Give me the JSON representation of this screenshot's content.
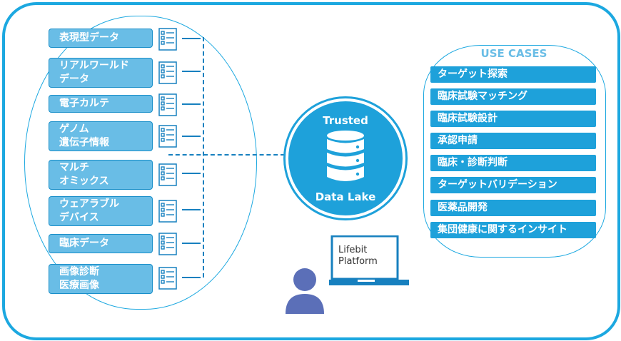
{
  "sources": [
    {
      "lines": [
        "表現型データ"
      ]
    },
    {
      "lines": [
        "リアルワールド",
        "データ"
      ]
    },
    {
      "lines": [
        "電子カルテ"
      ]
    },
    {
      "lines": [
        "ゲノム",
        "遺伝子情報"
      ]
    },
    {
      "lines": [
        "マルチ",
        "オミックス"
      ]
    },
    {
      "lines": [
        "ウェアラブル",
        "デバイス"
      ]
    },
    {
      "lines": [
        "臨床データ"
      ]
    },
    {
      "lines": [
        "画像診断",
        "医療画像"
      ]
    }
  ],
  "data_lake": {
    "top_label": "Trusted",
    "bottom_label": "Data Lake"
  },
  "platform": {
    "line1": "Lifebit",
    "line2": "Platform"
  },
  "use_cases": {
    "title": "USE CASES",
    "items": [
      "ターゲット探索",
      "臨床試験マッチング",
      "臨床試験設計",
      "承認申請",
      "臨床・診断判断",
      "ターゲットバリデーション",
      "医薬品開発",
      "集団健康に関するインサイト"
    ]
  },
  "colors": {
    "frame": "#1ca8e0",
    "source_box": "#69bde6",
    "use_case_box": "#1ea1da",
    "connector": "#1780bf",
    "person": "#5b6fb8"
  },
  "icons": {
    "source": "document-list-icon",
    "lake": "database-icon",
    "user": "person-icon",
    "device": "laptop-icon"
  }
}
